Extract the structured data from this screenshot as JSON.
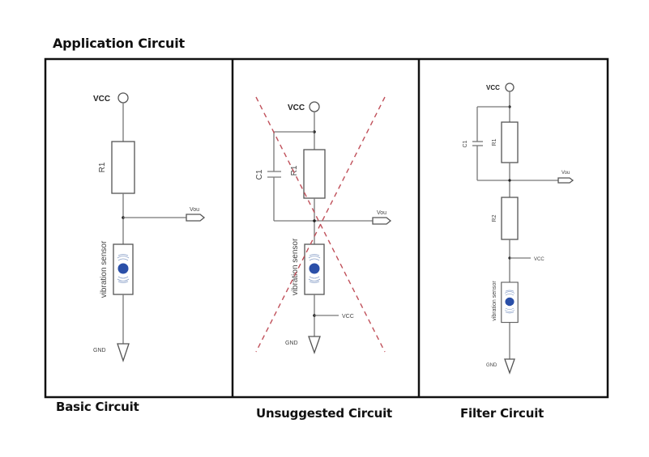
{
  "title": "Application Circuit",
  "panels": [
    {
      "caption": "Basic Circuit",
      "labels": {
        "vcc": "VCC",
        "r1": "R1",
        "vout": "Vou",
        "sensor": "vibration sensor",
        "gnd": "GND"
      }
    },
    {
      "caption": "Unsuggested Circuit",
      "crossed_out": true,
      "labels": {
        "vcc": "VCC",
        "r1": "R1",
        "c1": "C1",
        "vout": "Vou",
        "sensor": "vibration sensor",
        "vcc2": "VCC",
        "gnd": "GND"
      }
    },
    {
      "caption": "Filter Circuit",
      "labels": {
        "vcc": "VCC",
        "r1": "R1",
        "c1": "C1",
        "vout": "Vou",
        "r2": "R2",
        "vcc2": "VCC",
        "sensor": "vibration sensor",
        "gnd": "GND"
      }
    }
  ],
  "colors": {
    "sensor_dot": "#2a4fa8",
    "cross_lines": "#c0505a"
  }
}
